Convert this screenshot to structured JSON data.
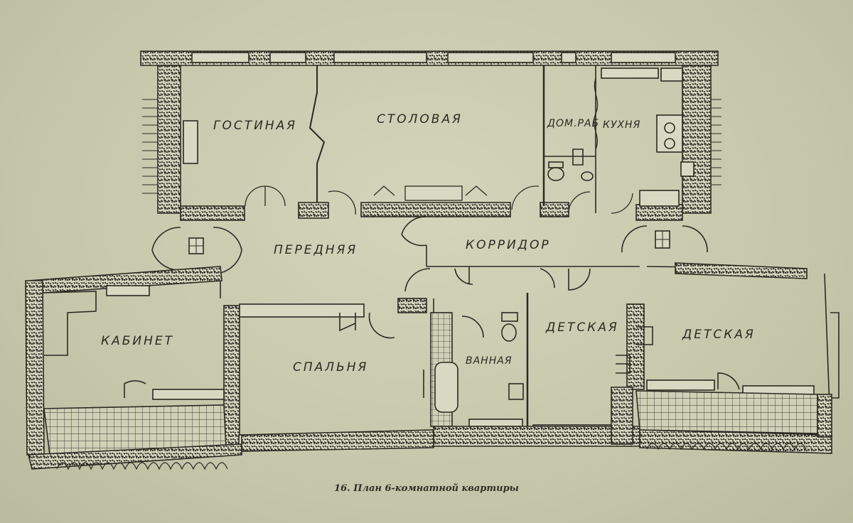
{
  "rooms": {
    "living": "ГОСТИНАЯ",
    "dining": "СТОЛОВАЯ",
    "maid": "ДОМ.РАБ",
    "kitchen": "КУХНЯ",
    "hall": "ПЕРЕДНЯЯ",
    "corridor": "КОРРИДОР",
    "study": "КАБИНЕТ",
    "bedroom": "СПАЛЬНЯ",
    "bath": "ВАННАЯ",
    "kids1": "ДЕТСКАЯ",
    "kids2": "ДЕТСКАЯ"
  },
  "caption": "16. План 6-комнатной квартиры",
  "colors": {
    "paper": "#c9cbb0",
    "ink": "#2a2a22",
    "wall_fill": "#3a3a30"
  }
}
